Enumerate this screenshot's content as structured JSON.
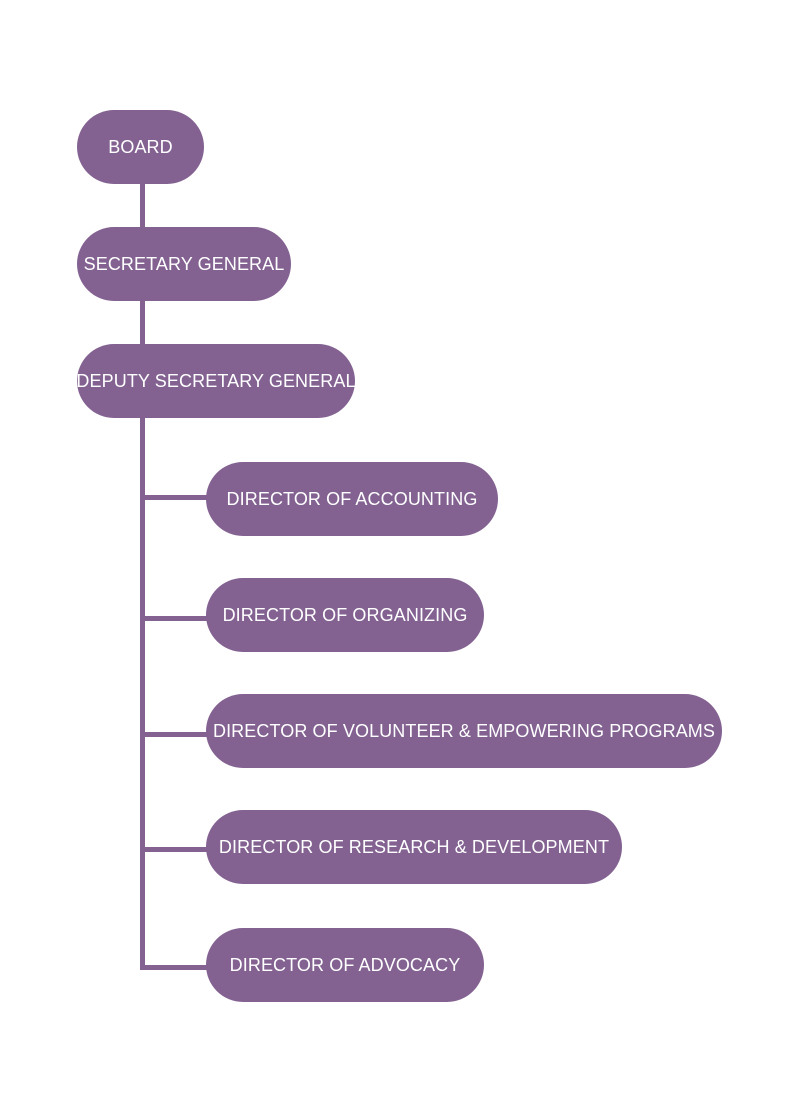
{
  "chart": {
    "nodes": {
      "board": "BOARD",
      "secretary_general": "SECRETARY GENERAL",
      "deputy_secretary_general": "DEPUTY SECRETARY GENERAL",
      "directors": [
        "DIRECTOR OF ACCOUNTING",
        "DIRECTOR OF ORGANIZING",
        "DIRECTOR OF VOLUNTEER & EMPOWERING PROGRAMS",
        "DIRECTOR OF RESEARCH & DEVELOPMENT",
        "DIRECTOR OF ADVOCACY"
      ]
    },
    "colors": {
      "node_fill": "#836292",
      "connector": "#836292",
      "text": "#ffffff",
      "background": "#ffffff"
    }
  }
}
